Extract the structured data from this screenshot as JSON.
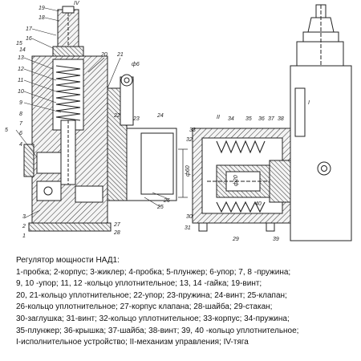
{
  "callouts": [
    "1",
    "2",
    "3",
    "4",
    "5",
    "6",
    "7",
    "8",
    "9",
    "10",
    "11",
    "12",
    "13",
    "14",
    "15",
    "16",
    "17",
    "18",
    "19",
    "20",
    "21",
    "22",
    "23",
    "24",
    "25",
    "26",
    "27",
    "28",
    "29",
    "30",
    "31",
    "32",
    "33",
    "34",
    "35",
    "36",
    "37",
    "38",
    "39",
    "40",
    "I",
    "II",
    "IV"
  ],
  "extra_labels": {
    "phi6": "ф6",
    "dim": "ф60",
    "dim2": "ф20"
  },
  "caption": {
    "title": "Регулятор мощности НАД1:",
    "lines": [
      "1-пробка; 2-корпус; 3-жиклер; 4-пробка; 5-плунжер; 6-упор; 7, 8 -пружина;",
      "9, 10 -упор; 11, 12 -кольцо уплотнительное; 13, 14 -гайка; 19-винт;",
      "20, 21-кольцо уплотнительное; 22-упор; 23-пружина; 24-винт; 25-клапан;",
      "26-кольцо уплотнительное; 27-корпус клапана; 28-шайба; 29-стакан;",
      "30-заглушка; 31-винт; 32-кольцо уплотнительное; 33-корпус; 34-пружина;",
      "35-плунжер; 36-крышка; 37-шайба; 38-винт; 39, 40 -кольцо уплотнительное;",
      "I-исполнительное устройство; II-механизм управления; IV-тяга"
    ]
  }
}
